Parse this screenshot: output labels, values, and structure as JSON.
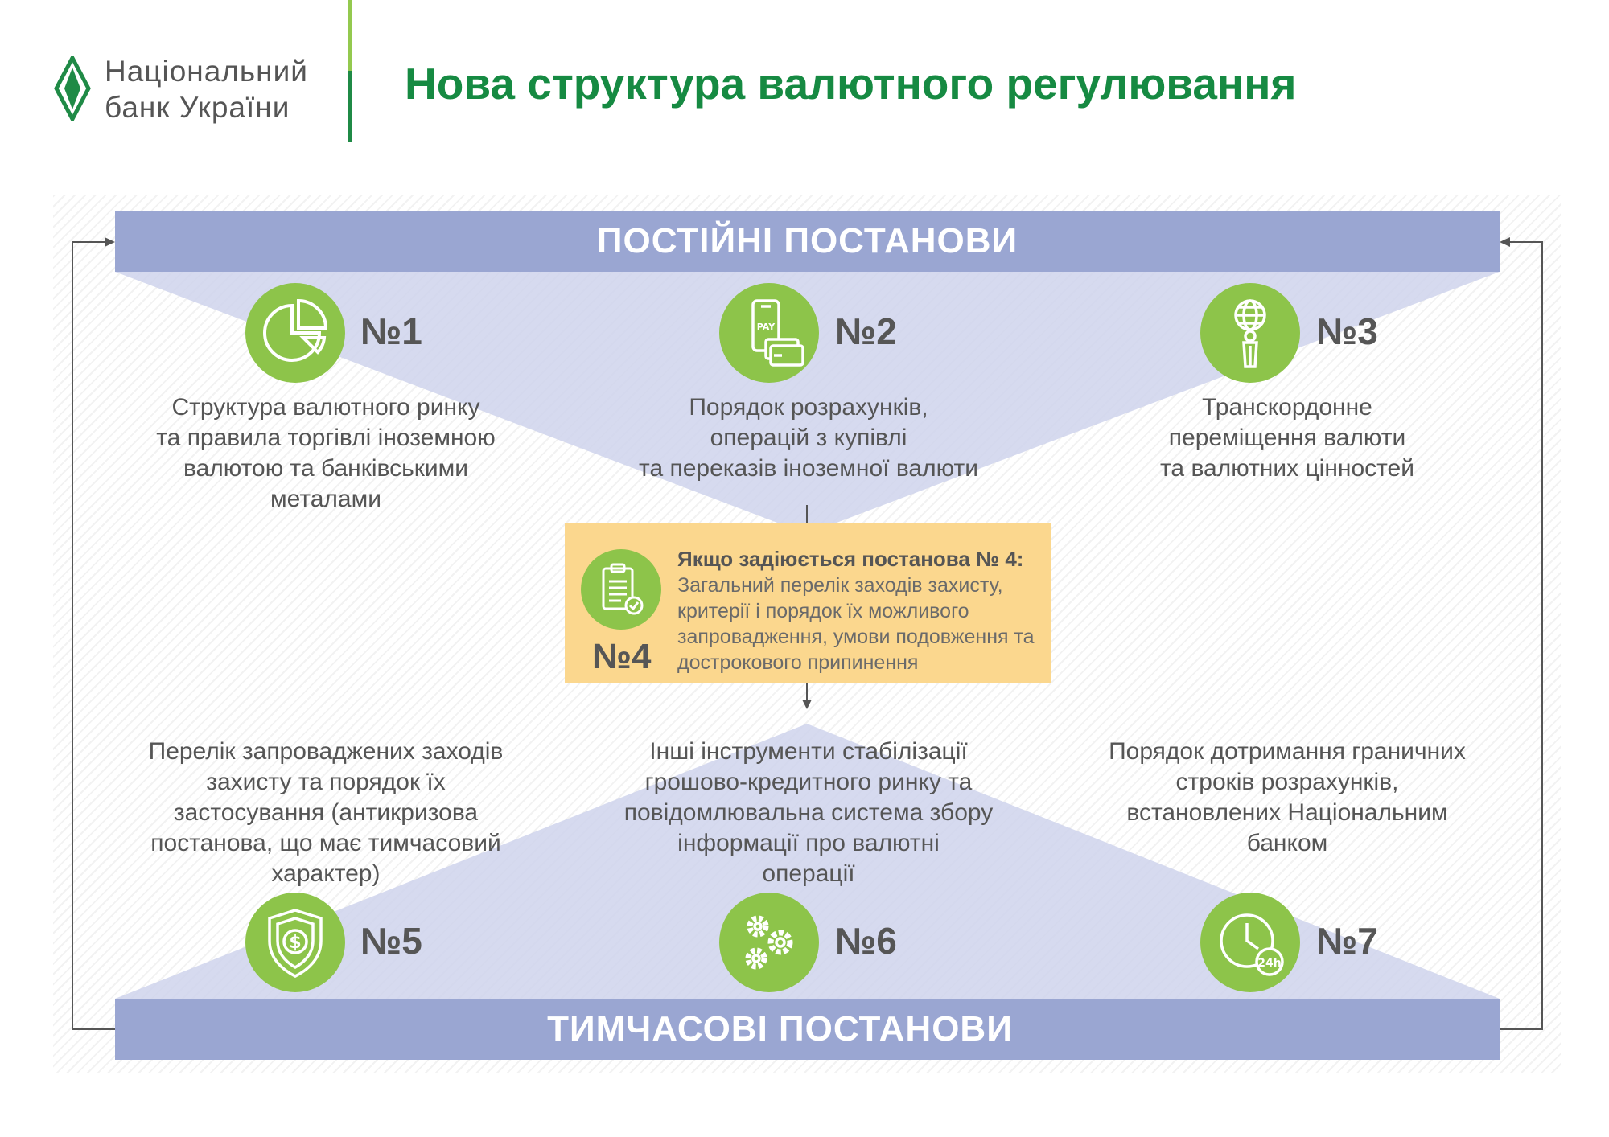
{
  "header": {
    "logo_line1": "Національний",
    "logo_line2": "банк України",
    "title": "Нова структура валютного регулювання"
  },
  "bars": {
    "top": "ПОСТІЙНІ ПОСТАНОВИ",
    "bottom": "ТИМЧАСОВІ ПОСТАНОВИ"
  },
  "items": [
    {
      "number": "№1",
      "icon": "pie-chart-icon",
      "text": [
        "Структура валютного ринку",
        "та правила торгівлі іноземною",
        "валютою та банківськими",
        "металами"
      ]
    },
    {
      "number": "№2",
      "icon": "mobile-pay-cards-icon",
      "text": [
        "Порядок розрахунків,",
        "операцій з купівлі",
        "та переказів іноземної валюти"
      ]
    },
    {
      "number": "№3",
      "icon": "globe-person-icon",
      "text": [
        "Транскордонне",
        "переміщення валюти",
        "та валютних цінностей"
      ]
    },
    {
      "number": "№5",
      "icon": "shield-dollar-icon",
      "text": [
        "Перелік запроваджених заходів",
        "захисту та порядок їх",
        "застосування (антикризова",
        "постанова, що має тимчасовий",
        "характер)"
      ]
    },
    {
      "number": "№6",
      "icon": "gears-icon",
      "text": [
        "Інші інструменти стабілізації",
        "грошово-кредитного ринку та",
        "повідомлювальна система збору",
        "інформації про валютні",
        "операції"
      ]
    },
    {
      "number": "№7",
      "icon": "clock-24h-icon",
      "text": [
        "Порядок дотримання граничних",
        "строків розрахунків,",
        "встановлених Національним",
        "банком"
      ]
    }
  ],
  "center": {
    "number": "№4",
    "icon": "clipboard-check-icon",
    "heading": "Якщо задіюється постанова № 4:",
    "body": "Загальний перелік заходів захисту, критерії і порядок їх можливого запровадження, умови подовження та дострокового припинення"
  },
  "colors": {
    "brand_green": "#168a42",
    "icon_green": "#8dc44a",
    "bar_blue": "#9aa6d2",
    "triangle_fill": "#cfd4ec",
    "box_yellow": "#fbd78e"
  }
}
